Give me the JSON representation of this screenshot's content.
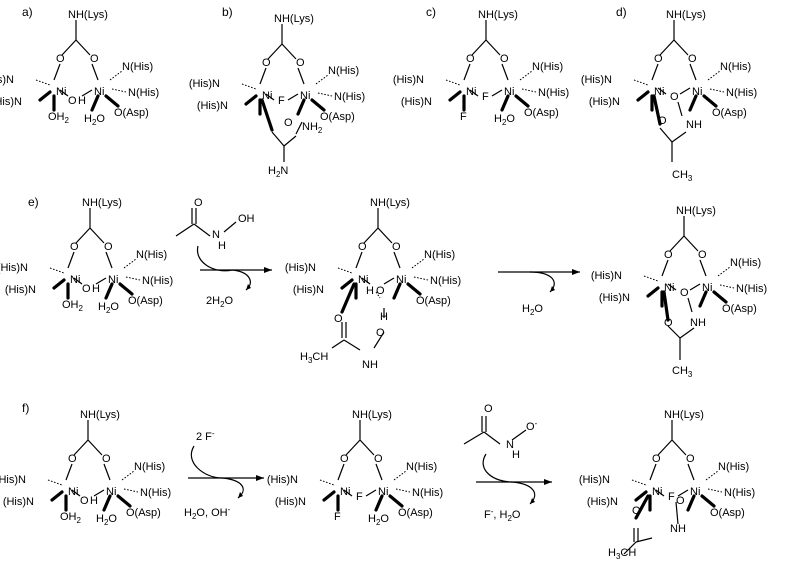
{
  "panels": {
    "a": "a)",
    "b": "b)",
    "c": "c)",
    "d": "d)",
    "e": "e)",
    "f": "f)"
  },
  "labels": {
    "lys": "NH(Lys)",
    "his_left": "(His)N",
    "his_right": "N(His)",
    "asp": "O(Asp)",
    "ni": "Ni",
    "o": "O",
    "h": "H",
    "f": "F",
    "oh2": "OH",
    "h2o": "H",
    "nh": "NH",
    "nh2": "NH",
    "oh": "OH",
    "n": "N",
    "ch3": "CH",
    "h3c": "H",
    "h2n": "H",
    "two": "2",
    "three": "3",
    "minus": "-",
    "two_h2o_a": "2H",
    "two_h2o_b": "O",
    "h2o_lbl_a": "H",
    "h2o_lbl_b": "O",
    "two_f": "2 F",
    "h2o_ohm_a": "H",
    "h2o_ohm_b": "O, OH",
    "fm_h2o_a": "F",
    "fm_h2o_b": ", H",
    "fm_h2o_c": "O"
  }
}
